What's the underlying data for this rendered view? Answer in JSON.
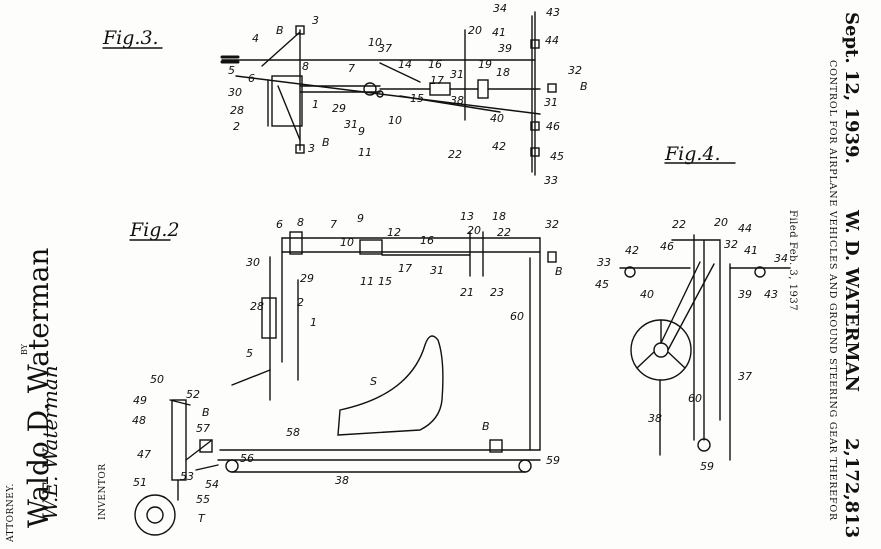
{
  "patent": {
    "date": "Sept. 12, 1939.",
    "inventor_header": "W. D. WATERMAN",
    "number": "2,172,813",
    "title": "CONTROL FOR AIRPLANE VEHICLES AND GROUND STEERING GEAR THEREFOR",
    "filed": "Filed Feb. 3, 1937"
  },
  "signature": {
    "inventor_name": "Waldo D. Waterman",
    "inventor_caption": "INVENTOR",
    "by": "BY",
    "attorney_signature": "W.E. Waterman",
    "attorney_caption": "ATTORNEY."
  },
  "figures": {
    "fig3": {
      "title": "Fig.3.",
      "refs": [
        "B",
        "3",
        "4",
        "5",
        "6",
        "28",
        "30",
        "2",
        "8",
        "7",
        "1",
        "29",
        "31",
        "9",
        "10",
        "37",
        "11",
        "10",
        "14",
        "15",
        "16",
        "17",
        "38",
        "31",
        "19",
        "18",
        "20",
        "22",
        "34",
        "43",
        "41",
        "44",
        "39",
        "32",
        "B",
        "31",
        "40",
        "46",
        "42",
        "45",
        "33",
        "3",
        "B"
      ]
    },
    "fig2": {
      "title": "Fig.2",
      "refs": [
        "6",
        "8",
        "7",
        "9",
        "10",
        "12",
        "16",
        "13",
        "18",
        "20",
        "22",
        "32",
        "30",
        "29",
        "11",
        "15",
        "17",
        "31",
        "21",
        "23",
        "B",
        "28",
        "2",
        "1",
        "5",
        "60",
        "S",
        "50",
        "49",
        "48",
        "47",
        "51",
        "T",
        "52",
        "B",
        "57",
        "53",
        "54",
        "55",
        "56",
        "58",
        "B",
        "38",
        "59"
      ]
    },
    "fig4": {
      "title": "Fig.4.",
      "refs": [
        "22",
        "20",
        "44",
        "42",
        "46",
        "32",
        "41",
        "34",
        "33",
        "45",
        "40",
        "39",
        "43",
        "37",
        "60",
        "38",
        "59"
      ]
    }
  }
}
